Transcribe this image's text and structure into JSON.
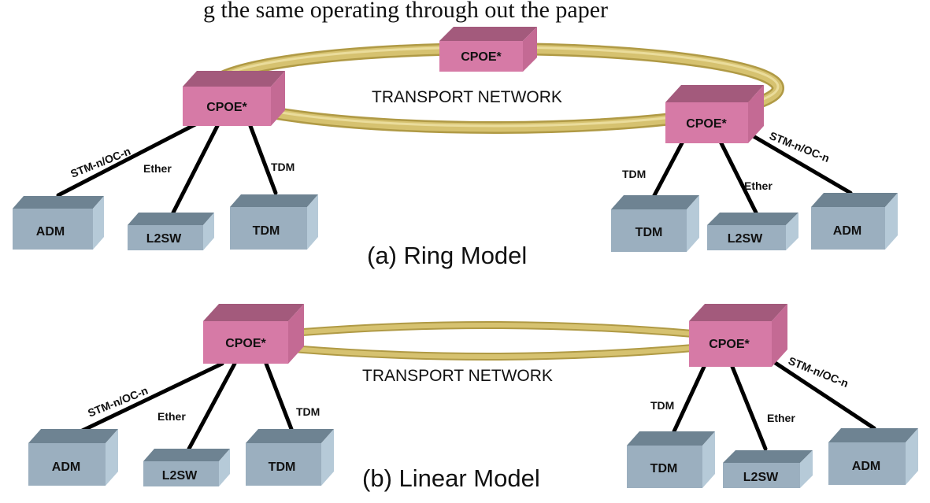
{
  "header_fragment": "g the same operating through out the paper",
  "colors": {
    "cpoe_front": "#d67aa6",
    "cpoe_top": "#a35a7c",
    "cpoe_side": "#c46a94",
    "dev_front": "#9bafbf",
    "dev_top": "#6e8392",
    "dev_side": "#b6cad8",
    "ring": "#d6c270",
    "ring_dark": "#b09a45"
  },
  "ring_model": {
    "caption": "(a) Ring Model",
    "network_label": "TRANSPORT NETWORK",
    "cpoe_top": "CPOE*",
    "cpoe_left": "CPOE*",
    "cpoe_right": "CPOE*",
    "left_links": {
      "adm": "STM-n/OC-n",
      "l2sw": "Ether",
      "tdm": "TDM"
    },
    "right_links": {
      "tdm": "TDM",
      "l2sw": "Ether",
      "adm": "STM-n/OC-n"
    },
    "left_devices": {
      "adm": "ADM",
      "l2sw": "L2SW",
      "tdm": "TDM"
    },
    "right_devices": {
      "tdm": "TDM",
      "l2sw": "L2SW",
      "adm": "ADM"
    }
  },
  "linear_model": {
    "caption": "(b) Linear Model",
    "network_label": "TRANSPORT NETWORK",
    "cpoe_left": "CPOE*",
    "cpoe_right": "CPOE*",
    "left_links": {
      "adm": "STM-n/OC-n",
      "l2sw": "Ether",
      "tdm": "TDM"
    },
    "right_links": {
      "tdm": "TDM",
      "l2sw": "Ether",
      "adm": "STM-n/OC-n"
    },
    "left_devices": {
      "adm": "ADM",
      "l2sw": "L2SW",
      "tdm": "TDM"
    },
    "right_devices": {
      "tdm": "TDM",
      "l2sw": "L2SW",
      "adm": "ADM"
    }
  }
}
